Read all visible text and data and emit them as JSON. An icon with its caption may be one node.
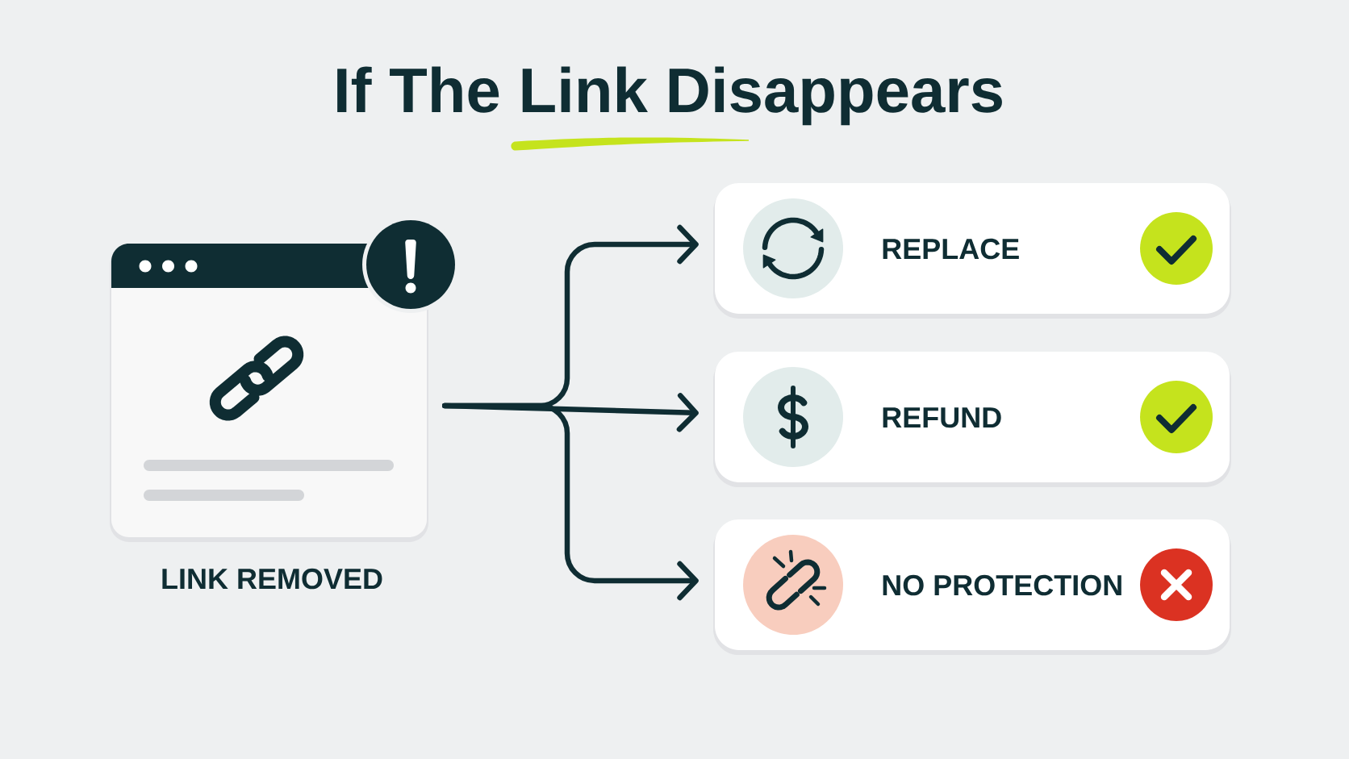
{
  "diagram": {
    "title": "If The Link Disappears",
    "nodes": [
      {
        "text": [],
        "shape": "picture",
        "beside": [
          "LINK REMOVED"
        ]
      },
      {
        "text": [
          "REPLACE"
        ]
      },
      {
        "text": [
          "REFUND"
        ]
      },
      {
        "text": [
          "NO PROTECTION"
        ]
      }
    ],
    "edges": [
      {
        "from": 0,
        "to": 1,
        "arrow": "to"
      },
      {
        "from": 0,
        "to": 2,
        "arrow": "to"
      },
      {
        "from": 0,
        "to": 3,
        "arrow": "to"
      }
    ]
  }
}
